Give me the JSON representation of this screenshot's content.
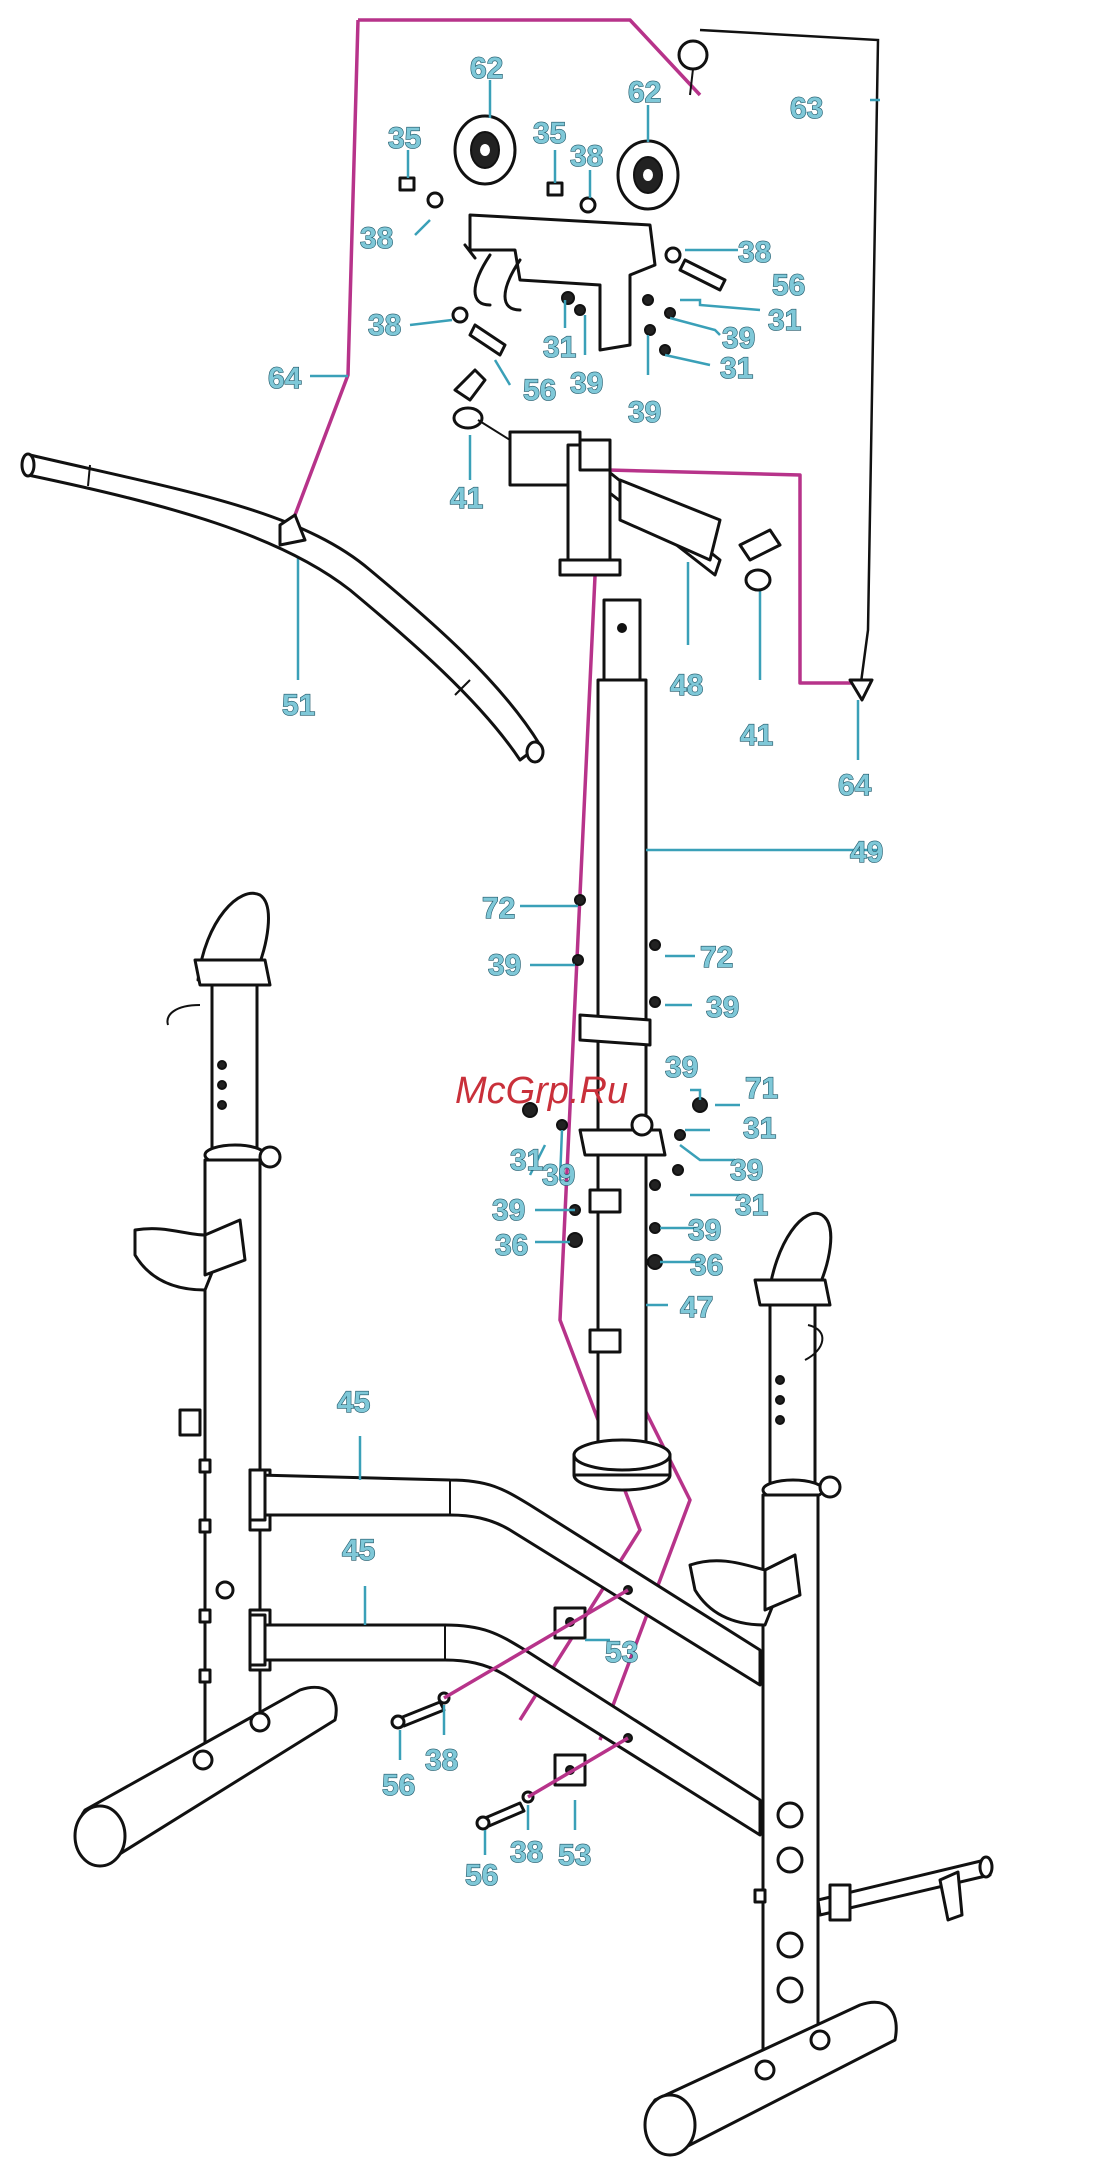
{
  "watermark": "McGrp.Ru",
  "labels": {
    "l62a": "62",
    "l62b": "62",
    "l35a": "35",
    "l35b": "35",
    "l38a": "38",
    "l38b": "38",
    "l38c": "38",
    "l38d": "38",
    "l63": "63",
    "l56a": "56",
    "l56b": "56",
    "l31a": "31",
    "l31b": "31",
    "l31c": "31",
    "l39a": "39",
    "l39b": "39",
    "l39c": "39",
    "l64a": "64",
    "l64b": "64",
    "l41a": "41",
    "l41b": "41",
    "l48": "48",
    "l51": "51",
    "l49": "49",
    "l72a": "72",
    "l72b": "72",
    "l39d": "39",
    "l39e": "39",
    "l39f": "39",
    "l71": "71",
    "l31d": "31",
    "l39g": "39",
    "l31e": "31",
    "l39h": "39",
    "l31f": "31",
    "l39i": "39",
    "l39j": "39",
    "l36a": "36",
    "l36b": "36",
    "l47": "47",
    "l45a": "45",
    "l45b": "45",
    "l53a": "53",
    "l53b": "53",
    "l56c": "56",
    "l38e": "38",
    "l56d": "56",
    "l38f": "38"
  }
}
